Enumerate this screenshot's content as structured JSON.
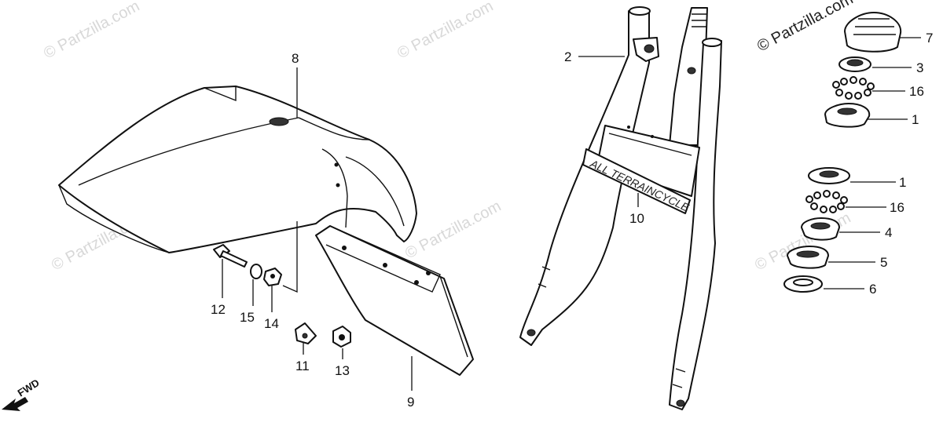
{
  "watermark": {
    "text": "© Partzilla.com",
    "corner_text": "© Partzilla.com"
  },
  "direction_label": "FWD",
  "fork_stamp": "ALL TERRAINCYCLE",
  "callouts": [
    {
      "id": "c8",
      "label": "8"
    },
    {
      "id": "c2",
      "label": "2"
    },
    {
      "id": "c7",
      "label": "7"
    },
    {
      "id": "c3",
      "label": "3"
    },
    {
      "id": "c16a",
      "label": "16"
    },
    {
      "id": "c1a",
      "label": "1"
    },
    {
      "id": "c10",
      "label": "10"
    },
    {
      "id": "c1b",
      "label": "1"
    },
    {
      "id": "c16b",
      "label": "16"
    },
    {
      "id": "c4",
      "label": "4"
    },
    {
      "id": "c5",
      "label": "5"
    },
    {
      "id": "c6",
      "label": "6"
    },
    {
      "id": "c12",
      "label": "12"
    },
    {
      "id": "c15",
      "label": "15"
    },
    {
      "id": "c14",
      "label": "14"
    },
    {
      "id": "c11",
      "label": "11"
    },
    {
      "id": "c13",
      "label": "13"
    },
    {
      "id": "c9",
      "label": "9"
    }
  ]
}
